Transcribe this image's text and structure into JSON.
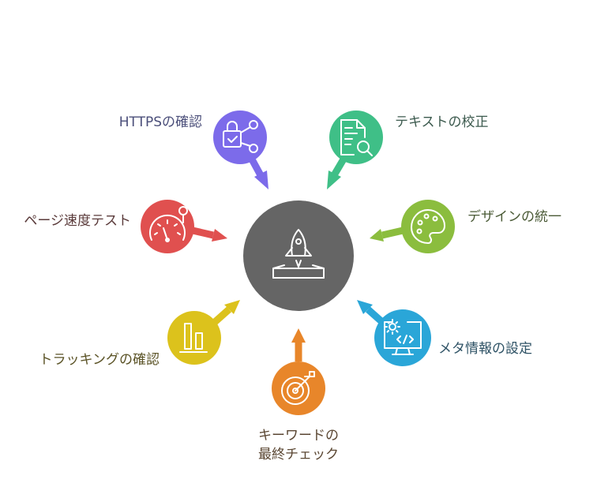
{
  "center": {
    "color": "#656565",
    "icon": "rocket-launch-icon"
  },
  "nodes": [
    {
      "id": "https",
      "label": "HTTPSの確認",
      "color": "#7c6bea",
      "text_color": "#4b4f7a",
      "icon": "lock-share-icon"
    },
    {
      "id": "proofread",
      "label": "テキストの校正",
      "color": "#3fbf87",
      "text_color": "#3c5a4e",
      "icon": "document-search-icon"
    },
    {
      "id": "design",
      "label": "デザインの統一",
      "color": "#8bbd3e",
      "text_color": "#4a5a36",
      "icon": "palette-icon"
    },
    {
      "id": "meta",
      "label": "メタ情報の設定",
      "color": "#2aa6d8",
      "text_color": "#2f5366",
      "icon": "monitor-code-gear-icon"
    },
    {
      "id": "keyword",
      "label_line1": "キーワードの",
      "label_line2": "最終チェック",
      "color": "#e8862a",
      "text_color": "#5a4632",
      "icon": "target-arrow-icon"
    },
    {
      "id": "tracking",
      "label": "トラッキングの確認",
      "color": "#dcc21c",
      "text_color": "#5a5225",
      "icon": "bar-chart-icon"
    },
    {
      "id": "speed",
      "label": "ページ速度テスト",
      "color": "#e0504f",
      "text_color": "#5a3a3a",
      "icon": "speedometer-icon"
    }
  ]
}
